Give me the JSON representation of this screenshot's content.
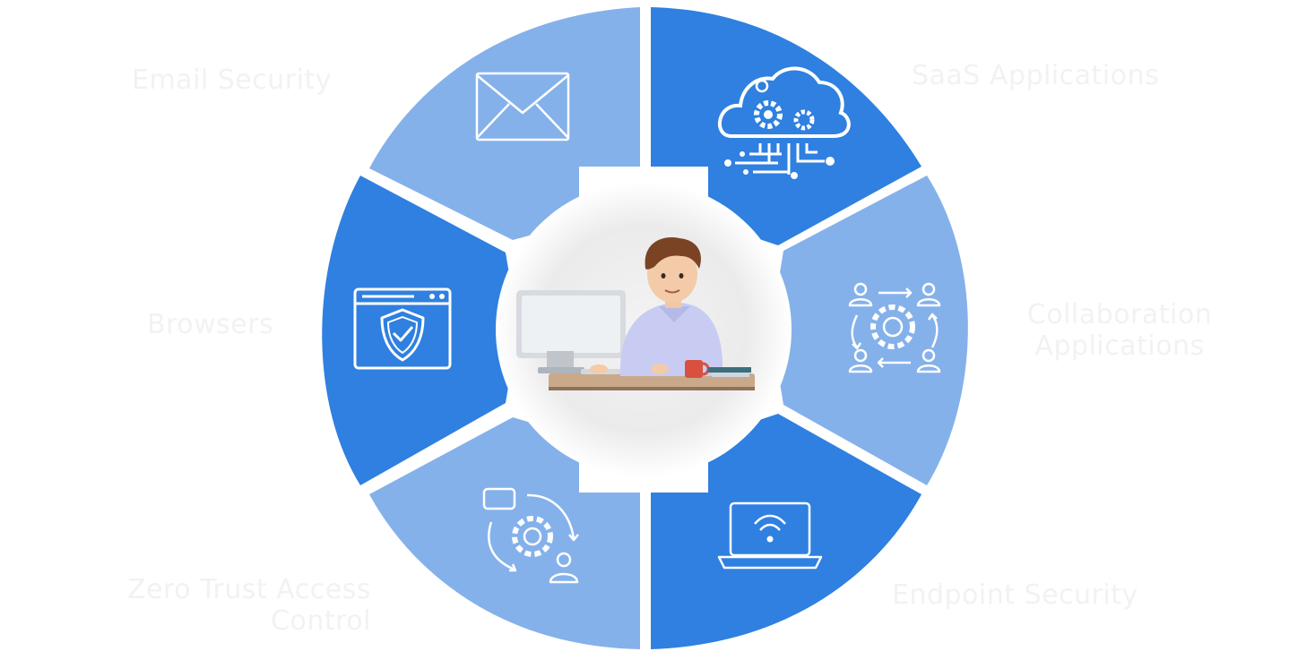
{
  "colors": {
    "light_blue": "#85b1ea",
    "dark_blue": "#2f80e0",
    "center_fill": "#ffffff",
    "icon_stroke": "#ffffff",
    "label_text": "#f1f2f4"
  },
  "segments": [
    {
      "label": "SaaS Applications",
      "icon": "cloud-gears-circuit-icon",
      "color": "dark_blue"
    },
    {
      "label": "Collaboration Applications",
      "icon": "collaboration-users-gear-icon",
      "color": "light_blue"
    },
    {
      "label": "Endpoint Security",
      "icon": "laptop-wifi-icon",
      "color": "dark_blue"
    },
    {
      "label": "Zero Trust Access Control",
      "icon": "gear-user-cycle-icon",
      "color": "light_blue"
    },
    {
      "label": "Browsers",
      "icon": "browser-shield-icon",
      "color": "dark_blue"
    },
    {
      "label": "Email Security",
      "icon": "envelope-icon",
      "color": "light_blue"
    }
  ],
  "center": {
    "icon": "person-at-computer-illustration"
  }
}
